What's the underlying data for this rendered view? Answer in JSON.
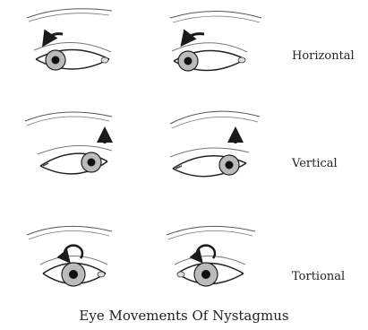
{
  "rows": [
    {
      "label": "Horizontal",
      "arrow": "left"
    },
    {
      "label": "Vertical",
      "arrow": "up"
    },
    {
      "label": "Tortional",
      "arrow": "rotate-ccw"
    }
  ],
  "caption": "Eye Movements Of Nystagmus",
  "colors": {
    "ink": "#1a1a1a",
    "background": "#ffffff"
  }
}
